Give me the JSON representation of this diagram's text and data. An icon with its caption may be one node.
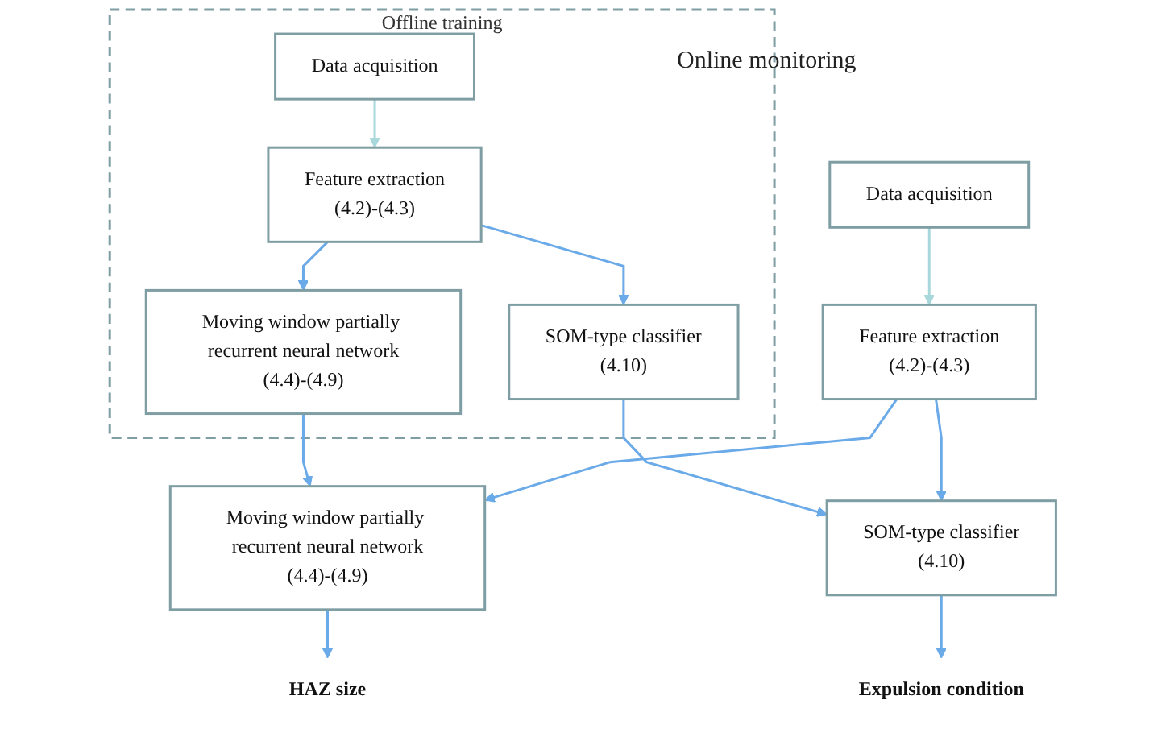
{
  "diagram": {
    "nodes": [
      {
        "text": [
          "Offline training"
        ]
      },
      {
        "text": [
          "Data acquisition"
        ],
        "in": 0
      },
      {
        "text": [
          "Feature extraction",
          "(4.2)-(4.3)"
        ],
        "in": 0
      },
      {
        "text": [
          "Moving window partially recurrent neural network",
          "(4.4)-(4.9)"
        ],
        "in": 0
      },
      {
        "text": [
          "SOM-type classifier",
          "(4.10)"
        ],
        "in": 0
      },
      {
        "text": [
          "Data acquisition"
        ]
      },
      {
        "text": [
          "Feature extraction",
          "(4.2)-(4.3)"
        ]
      },
      {
        "text": [
          "Moving window partially recurrent neural network",
          "(4.4)-(4.9)"
        ]
      },
      {
        "text": [
          "SOM-type classifier",
          "(4.10)"
        ]
      },
      {
        "text": [
          "HAZ size"
        ]
      },
      {
        "text": [
          "Expulsion condition"
        ]
      }
    ],
    "edges": [
      {
        "from": 1,
        "to": 2,
        "arrow": "to",
        "color": "#a9d8dc"
      },
      {
        "from": 2,
        "to": 3,
        "arrow": "to"
      },
      {
        "from": 2,
        "to": 4,
        "arrow": "to"
      },
      {
        "from": 3,
        "to": 7,
        "arrow": "to"
      },
      {
        "from": 4,
        "to": 8,
        "arrow": "to"
      },
      {
        "from": 5,
        "to": 6,
        "arrow": "to",
        "color": "#a9d8dc"
      },
      {
        "from": 6,
        "to": 7,
        "arrow": "to"
      },
      {
        "from": 6,
        "to": 8,
        "arrow": "to"
      },
      {
        "from": 7,
        "to": 9,
        "arrow": "to"
      },
      {
        "from": 8,
        "to": 10,
        "arrow": "to"
      }
    ],
    "labels": [
      "Online monitoring"
    ]
  }
}
